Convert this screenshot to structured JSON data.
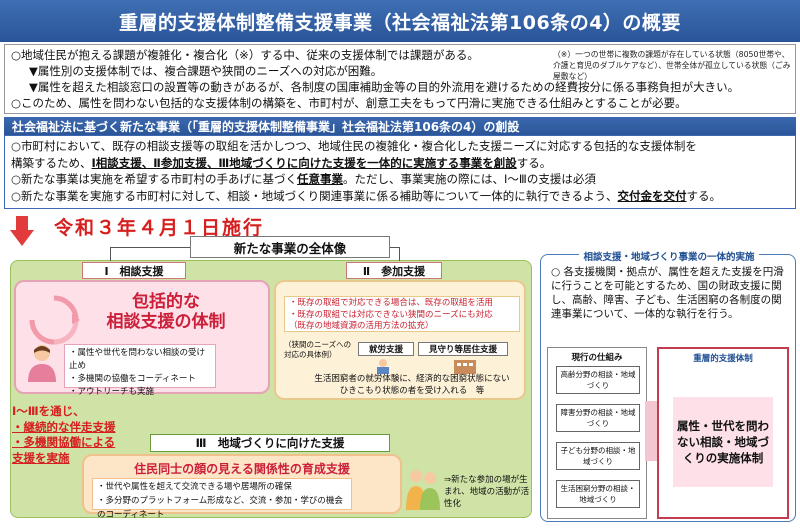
{
  "title": "重層的支援体制整備支援事業（社会福祉法第106条の4）の概要",
  "background": {
    "line1": "○地域住民が抱える課題が複雑化・複合化（※）する中、従来の支援体制では課題がある。",
    "line2": "▼属性別の支援体制では、複合課題や狭間のニーズへの対応が困難。",
    "line3": "▼属性を超えた相談窓口の設置等の動きがあるが、各制度の国庫補助金等の目的外流用を避けるための経費按分に係る事務負担が大きい。",
    "line4": "○このため、属性を問わない包括的な支援体制の構築を、市町村が、創意工夫をもって円滑に実施できる仕組みとすることが必要。",
    "note": "（※）一つの世帯に複数の課題が存在している状態（8050世帯や、介護と育児のダブルケアなど）、世帯全体が孤立している状態（ごみ屋敷など）"
  },
  "reform": {
    "header": "社会福祉法に基づく新たな事業（「重層的支援体制整備事業」社会福祉法第106条の4）の創設",
    "p1a": "○市町村において、既存の相談支援等の取組を活かしつつ、地域住民の複雑化・複合化した支援ニーズに対応する包括的な支援体制を",
    "p1b_pre": "構築するため、",
    "p1b_ul": "Ⅰ相談支援、Ⅱ参加支援、Ⅲ地域づくりに向けた支援を一体的に実施する事業を創設",
    "p1b_post": "する。",
    "p2_pre": "○新たな事業は実施を希望する市町村の手あげに基づく",
    "p2_ul": "任意事業",
    "p2_post": "。ただし、事業実施の際には、Ⅰ～Ⅲの支援は必須",
    "p3_pre": "○新たな事業を実施する市町村に対して、相談・地域づくり関連事業に係る補助等について一体的に執行できるよう、",
    "p3_ul": "交付金を交付",
    "p3_post": "する。"
  },
  "date": "令和３年４月１日施行",
  "overview": "新たな事業の全体像",
  "sec1": {
    "tag": "Ⅰ　相談支援",
    "big1": "包括的な",
    "big2": "相談支援の体制",
    "b1": "・属性や世代を問わない相談の受け止め",
    "b2": "・多機関の協働をコーディネート",
    "b3": "・アウトリーチも実施"
  },
  "sec2": {
    "tag": "Ⅱ　参加支援",
    "t1": "・既存の取組で対応できる場合は、既存の取組を活用",
    "t2": "・既存の取組では対応できない狭間のニーズにも対応",
    "t3": "（既存の地域資源の活用方法の拡充）",
    "mid": "（狭間のニーズへの対応の具体例）",
    "pill1": "就労支援",
    "pill2": "見守り等居住支援",
    "bottom1": "生活困窮者の就労体験に、経済的な困窮状態にない",
    "bottom2": "ひきこもり状態の者を受け入れる　等"
  },
  "red_note": {
    "l1": "Ⅰ～Ⅲを通じ、",
    "l2": "・継続的な伴走支援",
    "l3": "・多機関協働による",
    "l4": "支援を実施"
  },
  "sec3": {
    "tag": "Ⅲ　地域づくりに向けた支援",
    "head": "住民同士の顔の見える関係性の育成支援",
    "b1": "・世代や属性を超えて交流できる場や居場所の確保",
    "b2": "・多分野のプラットフォーム形成など、交流・参加・学びの機会のコーディネート"
  },
  "effect": "⇒新たな参加の場が生まれ、地域の活動が活性化",
  "right": {
    "header": "相談支援・地域づくり事業の一体的実施",
    "desc": "○ 各支援機関・拠点が、属性を超えた支援を円滑に行うことを可能とするため、国の財政支援に関し、高齢、障害、子ども、生活困窮の各制度の関連事業について、一体的な執行を行う。",
    "current_head": "現行の仕組み",
    "items": [
      "高齢分野の相談・地域づくり",
      "障害分野の相談・地域づくり",
      "子ども分野の相談・地域づくり",
      "生活困窮分野の相談・地域づくり"
    ],
    "new_head": "重層的支援体制",
    "new_body": "属性・世代を問わない相談・地域づくりの実施体制"
  },
  "colors": {
    "title_blue": "#2a5498",
    "accent_red": "#d61f1f",
    "green_bg": "#cfe3a6",
    "pink_bg": "#fde0e8",
    "cream_bg": "#fdf1d7"
  }
}
